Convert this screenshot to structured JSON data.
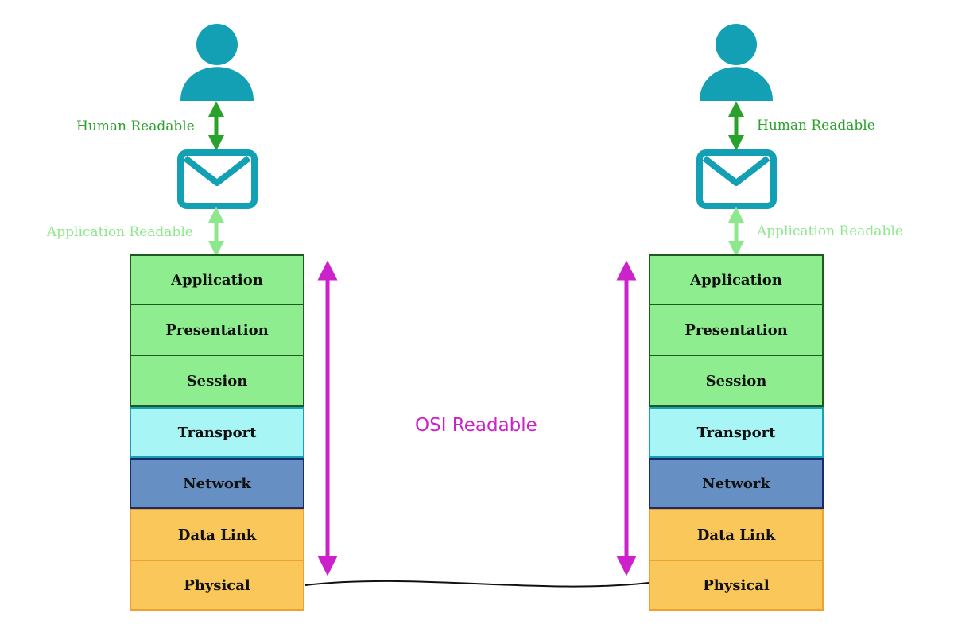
{
  "labels": {
    "human_readable": "Human Readable",
    "application_readable": "Application Readable",
    "osi_readable": "OSI Readable"
  },
  "layers": [
    "Application",
    "Presentation",
    "Session",
    "Transport",
    "Network",
    "Data Link",
    "Physical"
  ],
  "colors": {
    "user_icon": "#13a0b5",
    "human_arrow": "#2aa12a",
    "application_arrow": "#8de88d",
    "osi_arrow": "#cc22cc",
    "upper_layers": "#8eed8e",
    "transport": "#a8f5f5",
    "network": "#6690c4",
    "lower_layers": "#f9c75a"
  }
}
